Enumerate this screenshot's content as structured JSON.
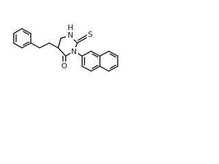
{
  "molecule": {
    "atoms": {
      "sulfur": "S",
      "nitrogen_top": "N",
      "nitrogen_top_h": "H",
      "nitrogen_ring": "N",
      "oxygen": "O"
    },
    "colors": {
      "bond": "#1a1a1a",
      "background": "#ffffff"
    }
  }
}
